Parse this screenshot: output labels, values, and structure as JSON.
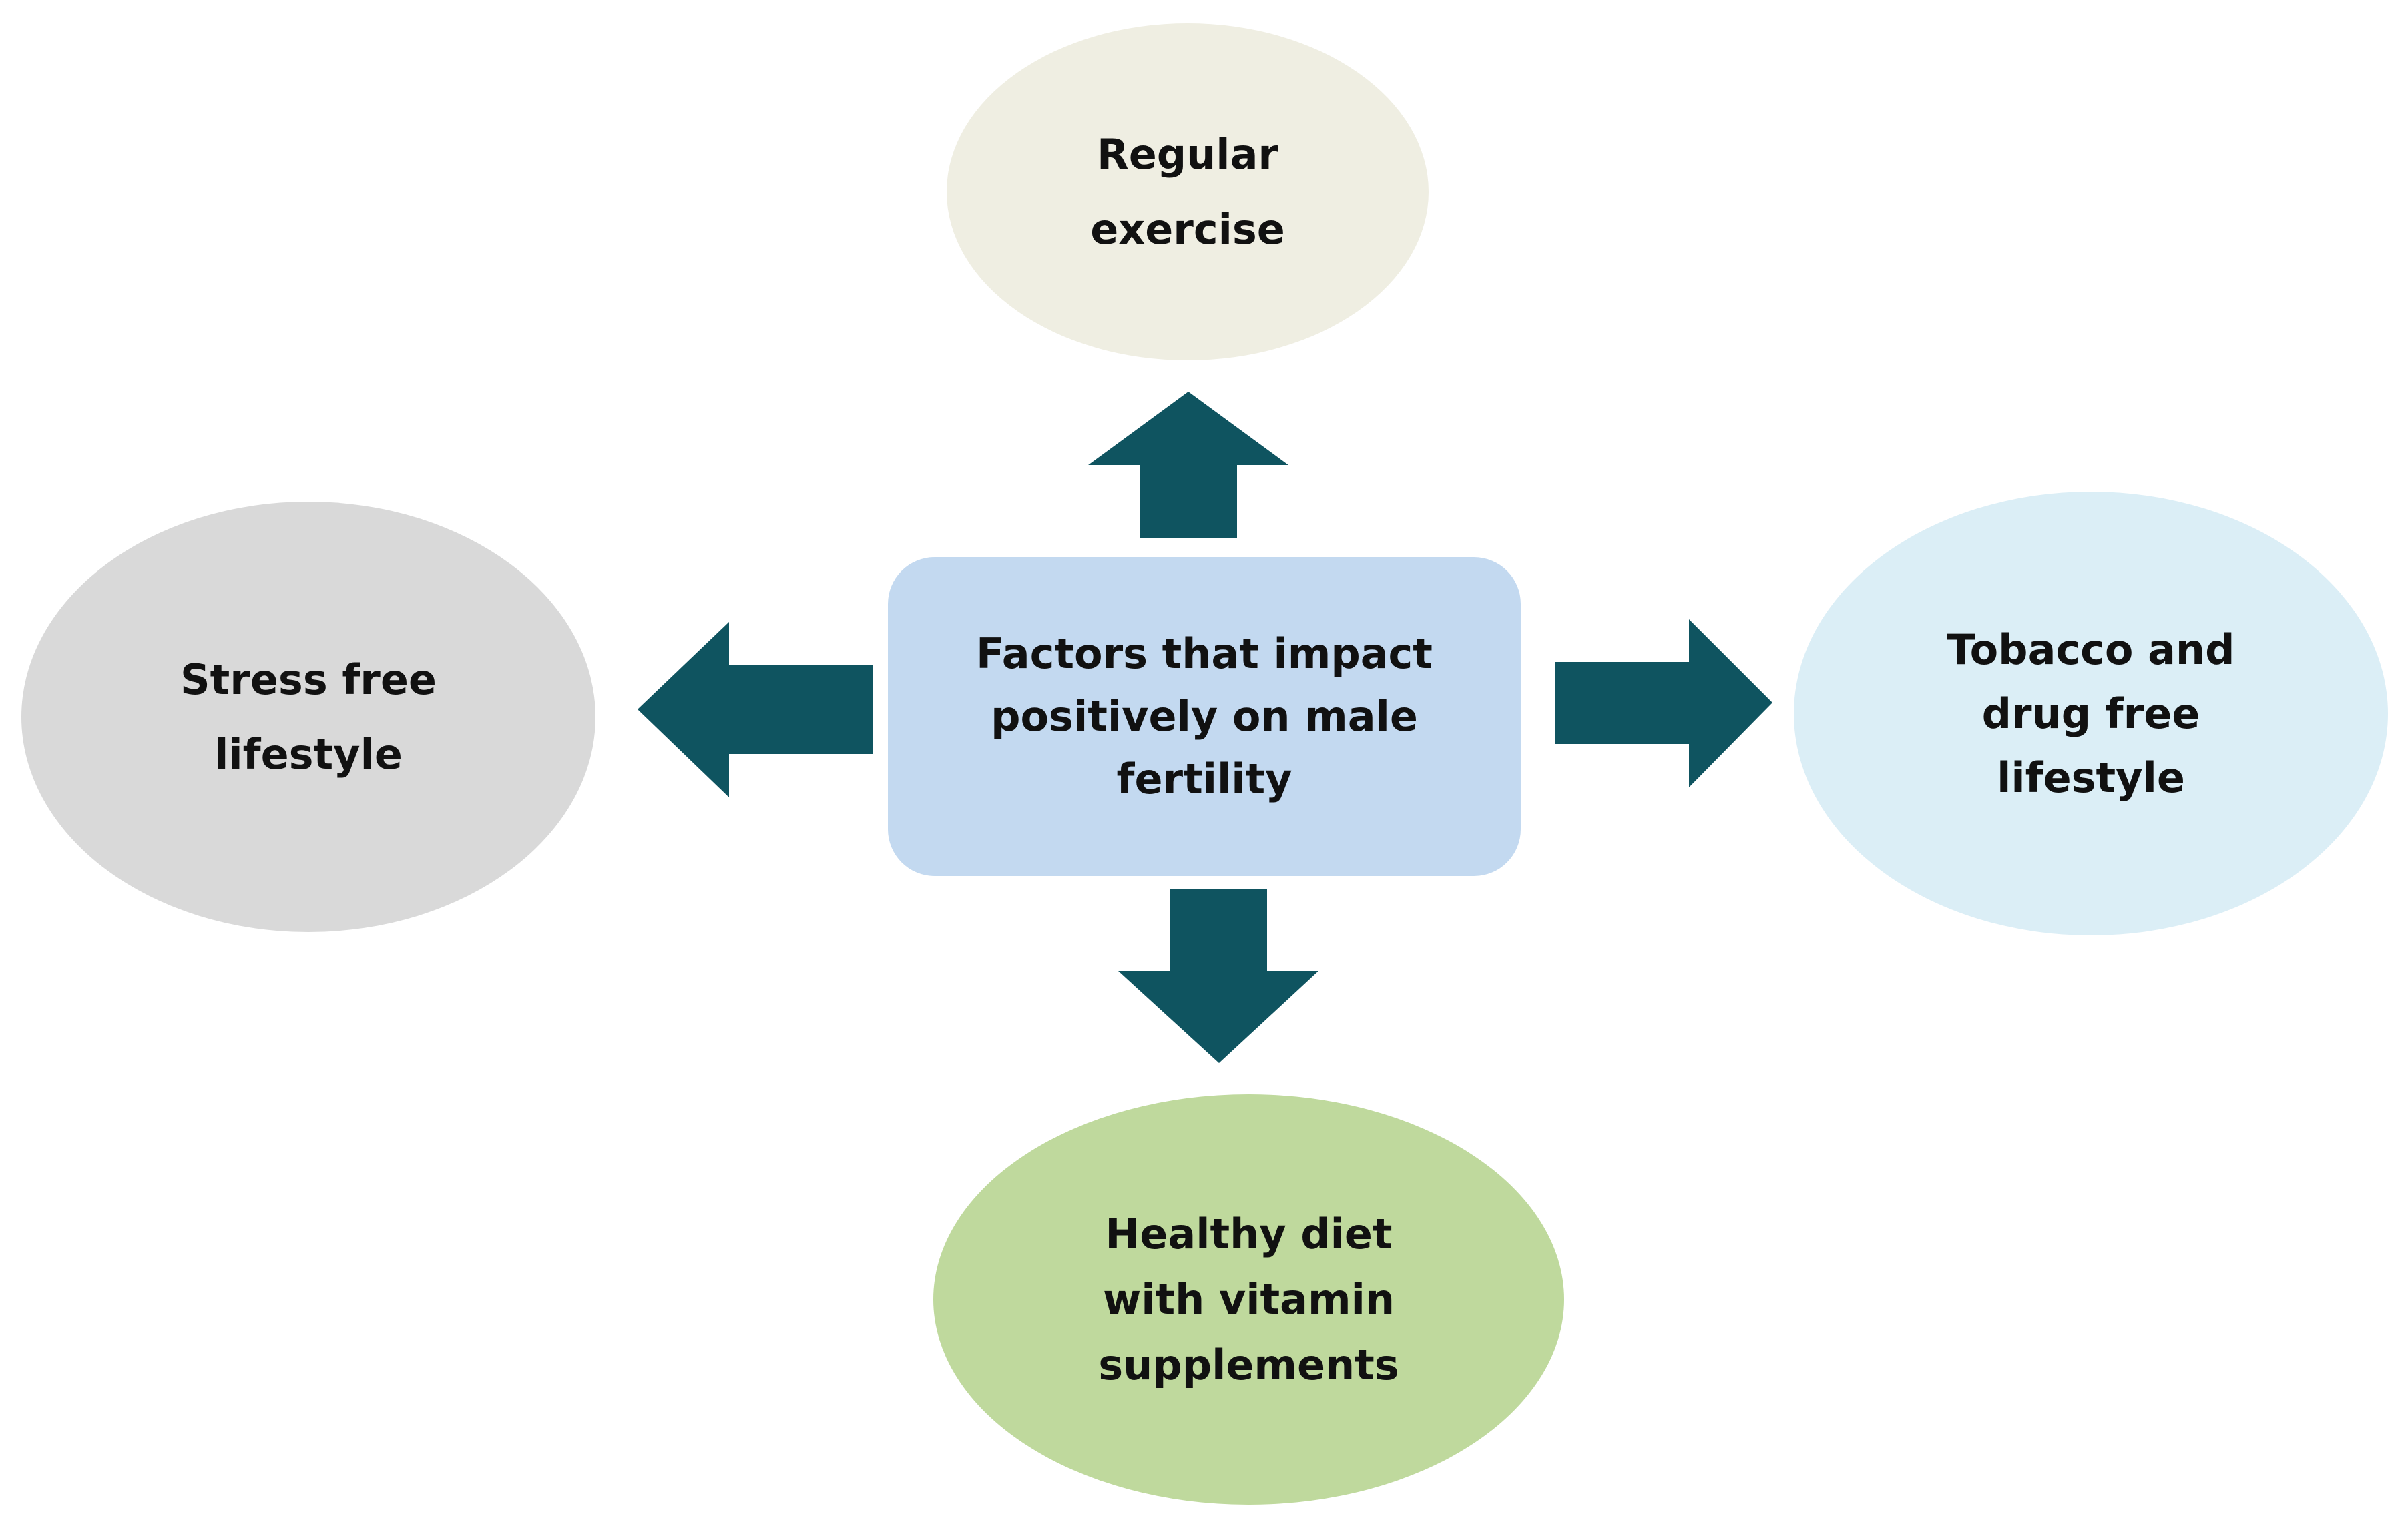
{
  "diagram": {
    "center": {
      "label": "Factors that impact\npositively on male\nfertility",
      "fill": "#c3d9f0"
    },
    "factors": {
      "top": {
        "label": "Regular\nexercise",
        "fill": "#efeee2"
      },
      "left": {
        "label": "Stress free\nlifestyle",
        "fill": "#d9d9d9"
      },
      "right": {
        "label": "Tobacco and\ndrug free\nlifestyle",
        "fill": "#dbeef6"
      },
      "bottom": {
        "label": "Healthy diet\nwith vitamin\nsupplements",
        "fill": "#bfd99d"
      }
    },
    "arrow_color": "#0f5460",
    "arrow_icon": "block-arrow-icon"
  }
}
